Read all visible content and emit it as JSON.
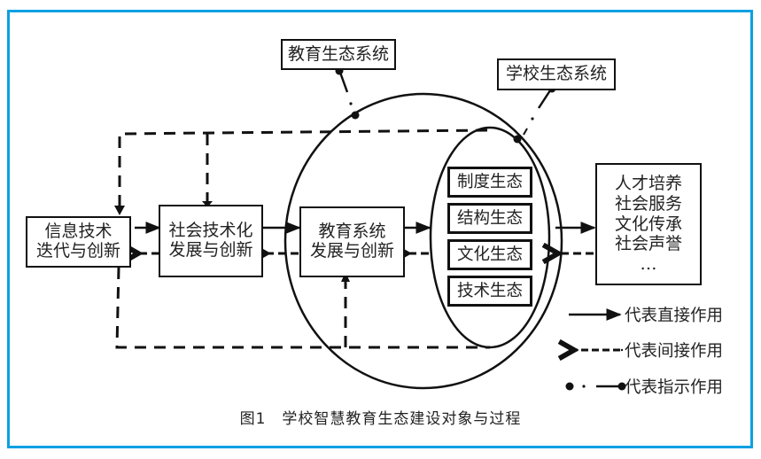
{
  "figure": {
    "caption_number": "图1",
    "caption_title": "学校智慧教育生态建设对象与过程",
    "border_color": "#0ba0e2"
  },
  "callouts": {
    "education_ecosystem": "教育生态系统",
    "school_ecosystem": "学校生态系统"
  },
  "nodes": {
    "info_tech": [
      "信息技术",
      "迭代与创新"
    ],
    "social_tech": [
      "社会技术化",
      "发展与创新"
    ],
    "edu_system": [
      "教育系统",
      "发展与创新"
    ],
    "school_ecology": [
      "制度生态",
      "结构生态",
      "文化生态",
      "技术生态"
    ],
    "outcomes": [
      "人才培养",
      "社会服务",
      "文化传承",
      "社会声誉",
      "…"
    ]
  },
  "legend": [
    {
      "type": "direct",
      "label": "代表直接作用"
    },
    {
      "type": "indirect",
      "label": "代表间接作用"
    },
    {
      "type": "indicative",
      "label": "代表指示作用"
    }
  ]
}
